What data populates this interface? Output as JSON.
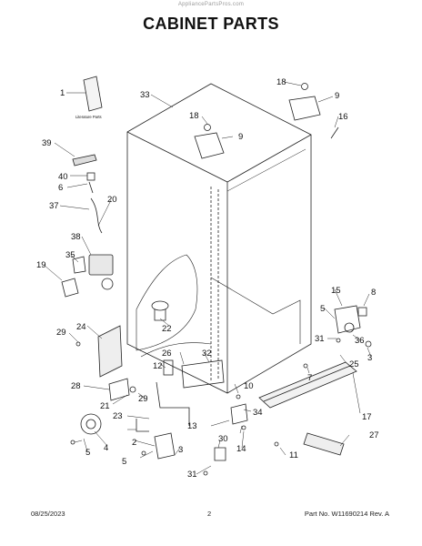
{
  "watermark": "AppliancePartsPros.com",
  "title": "CABINET PARTS",
  "literature_label": "Literature Parts",
  "callouts": [
    "1",
    "2",
    "3",
    "4",
    "5",
    "6",
    "7",
    "8",
    "9",
    "10",
    "11",
    "12",
    "13",
    "14",
    "15",
    "16",
    "17",
    "18",
    "19",
    "20",
    "21",
    "22",
    "23",
    "24",
    "25",
    "26",
    "27",
    "28",
    "29",
    "30",
    "31",
    "32",
    "33",
    "34",
    "35",
    "36",
    "37",
    "38",
    "39",
    "40"
  ],
  "footer": {
    "date": "08/25/2023",
    "page": "2",
    "part_info": "Part No. W11690214  Rev. A"
  }
}
